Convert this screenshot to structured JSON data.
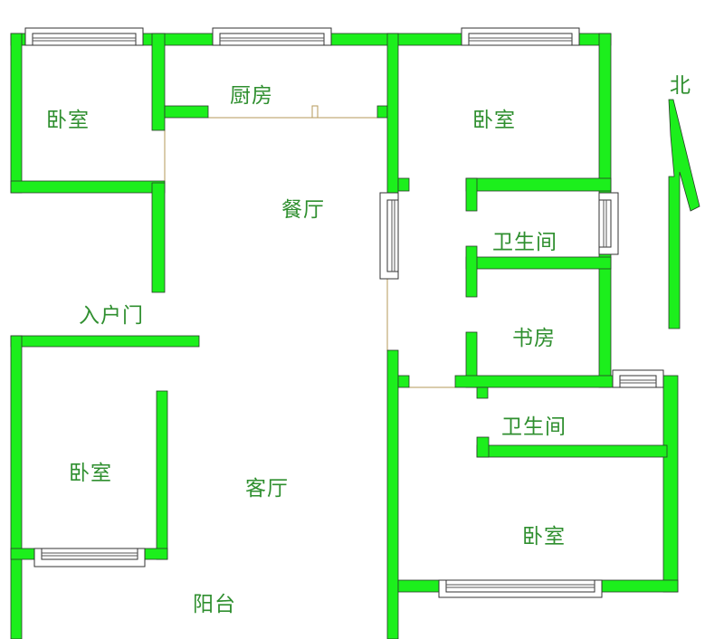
{
  "colors": {
    "wall": "#1cef1c",
    "label": "#2f8f2f"
  },
  "compass": {
    "north_label": "北"
  },
  "rooms": {
    "bedroom_nw": "卧室",
    "kitchen": "厨房",
    "bedroom_ne": "卧室",
    "dining": "餐厅",
    "bathroom_upper": "卫生间",
    "entrance": "入户门",
    "study": "书房",
    "bathroom_lower": "卫生间",
    "bedroom_sw": "卧室",
    "living": "客厅",
    "bedroom_se": "卧室",
    "balcony": "阳台"
  }
}
